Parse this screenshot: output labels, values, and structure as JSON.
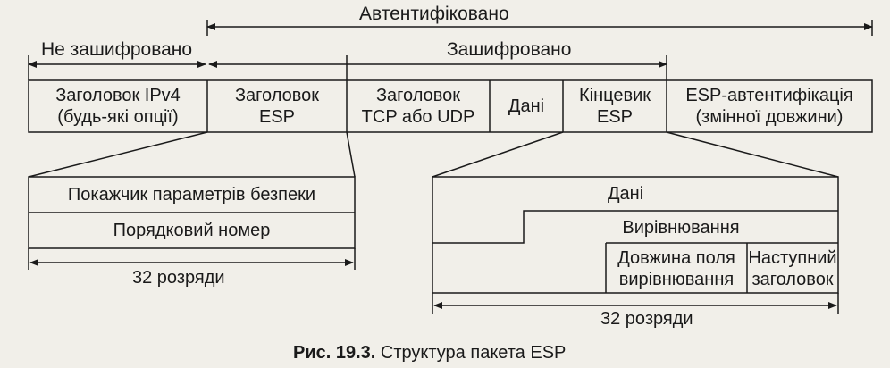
{
  "top": {
    "authenticated": "Автентифіковано",
    "unencrypted": "Не зашифровано",
    "encrypted": "Зашифровано"
  },
  "packet": [
    {
      "line1": "Заголовок IPv4",
      "line2": "(будь-які опції)"
    },
    {
      "line1": "Заголовок",
      "line2": "ESP"
    },
    {
      "line1": "Заголовок",
      "line2": "TCP або UDP"
    },
    {
      "line1": "Дані",
      "line2": ""
    },
    {
      "line1": "Кінцевик",
      "line2": "ESP"
    },
    {
      "line1": "ESP-автентифікація",
      "line2": "(змінної довжини)"
    }
  ],
  "esp_header": {
    "spi": "Покажчик параметрів безпеки",
    "seq": "Порядковий номер",
    "bits": "32 розряди"
  },
  "esp_trailer": {
    "data": "Дані",
    "padding": "Вирівнювання",
    "pad_length_1": "Довжина поля",
    "pad_length_2": "вирівнювання",
    "next_header_1": "Наступний",
    "next_header_2": "заголовок",
    "bits": "32 розряди"
  },
  "caption": {
    "prefix": "Рис. 19.3.",
    "text": "Структура пакета ESP"
  }
}
